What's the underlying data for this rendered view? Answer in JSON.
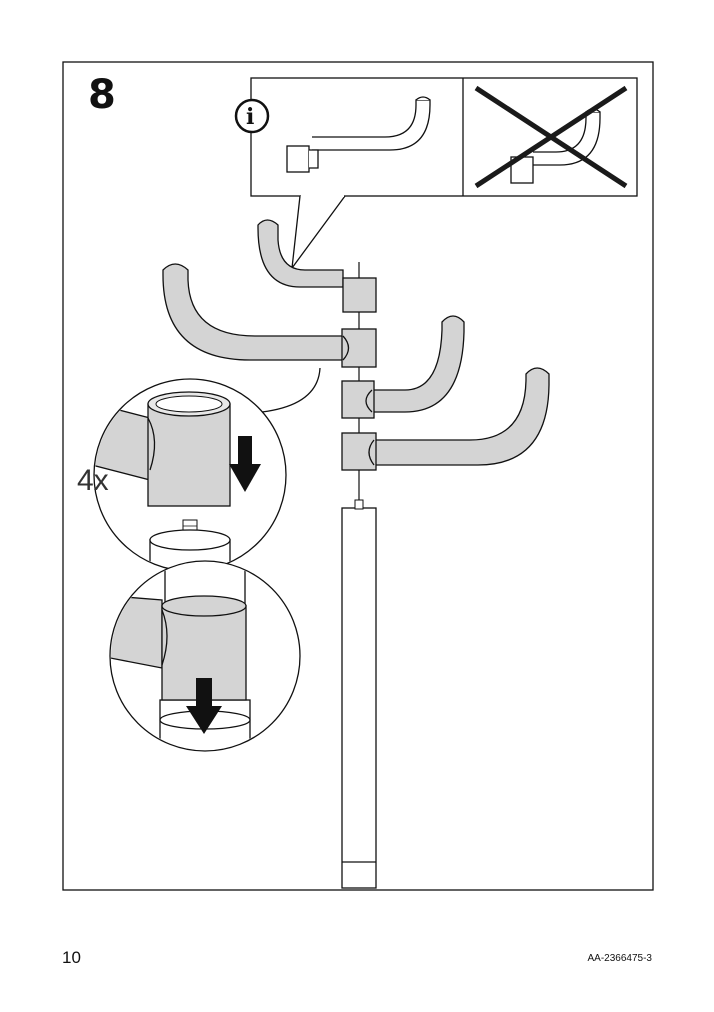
{
  "step": {
    "number": "8",
    "quantity": "4x"
  },
  "footer": {
    "page_number": "10",
    "doc_code": "AA-2366475-3"
  },
  "colors": {
    "part_fill": "#d4d4d4",
    "line": "#111111",
    "cross": "#1a1a1a"
  },
  "icons": {
    "info": "info-circle-icon",
    "wrong": "cross-x-icon",
    "arrow": "down-arrow-icon"
  }
}
